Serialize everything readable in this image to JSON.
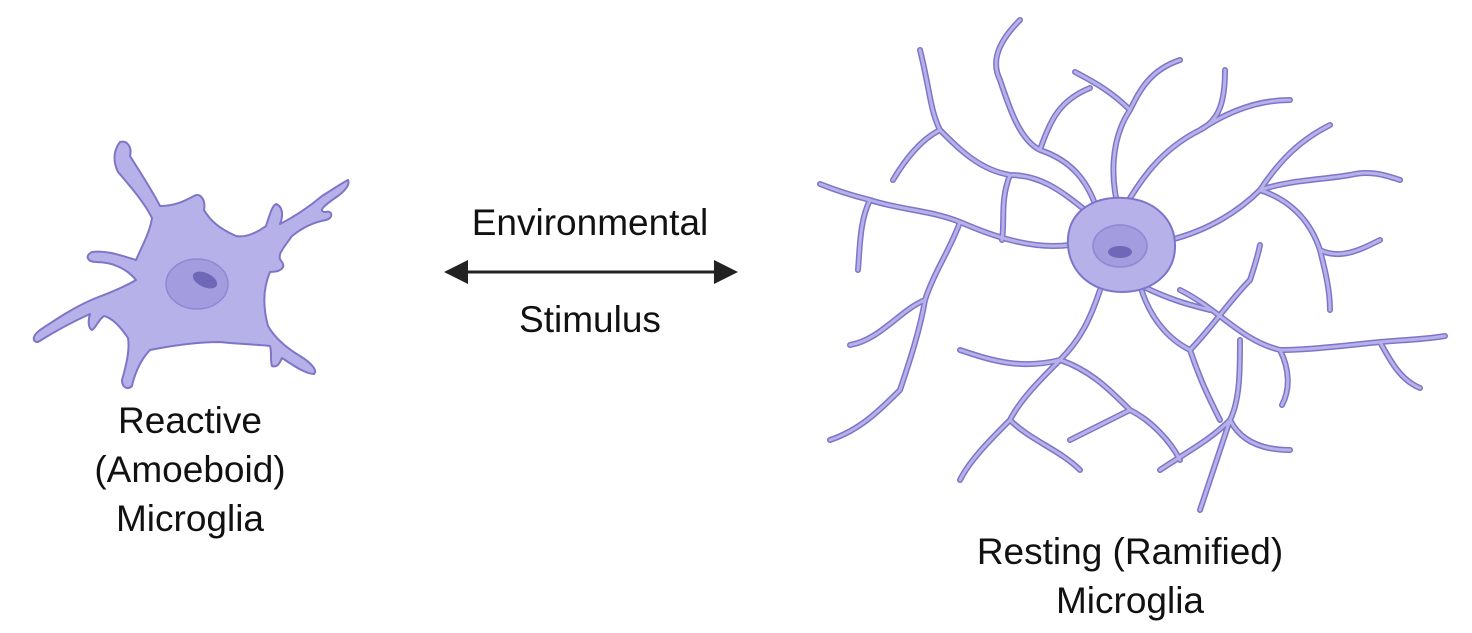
{
  "colors": {
    "cell_fill": "#b7b1ea",
    "cell_stroke": "#7d76c8",
    "nucleus_fill": "#9f98dc",
    "nucleolus_fill": "#6f68b8",
    "arrow": "#222222",
    "text": "#111111"
  },
  "stimulus": {
    "line1": "Environmental",
    "line2": "Stimulus"
  },
  "reactive": {
    "line1": "Reactive",
    "line2": "(Amoeboid)",
    "line3": "Microglia"
  },
  "resting": {
    "line1": "Resting (Ramified)",
    "line2": "Microglia"
  },
  "icons": [
    "amoeboid-microglia-illustration",
    "ramified-microglia-illustration",
    "double-headed-arrow-icon"
  ]
}
